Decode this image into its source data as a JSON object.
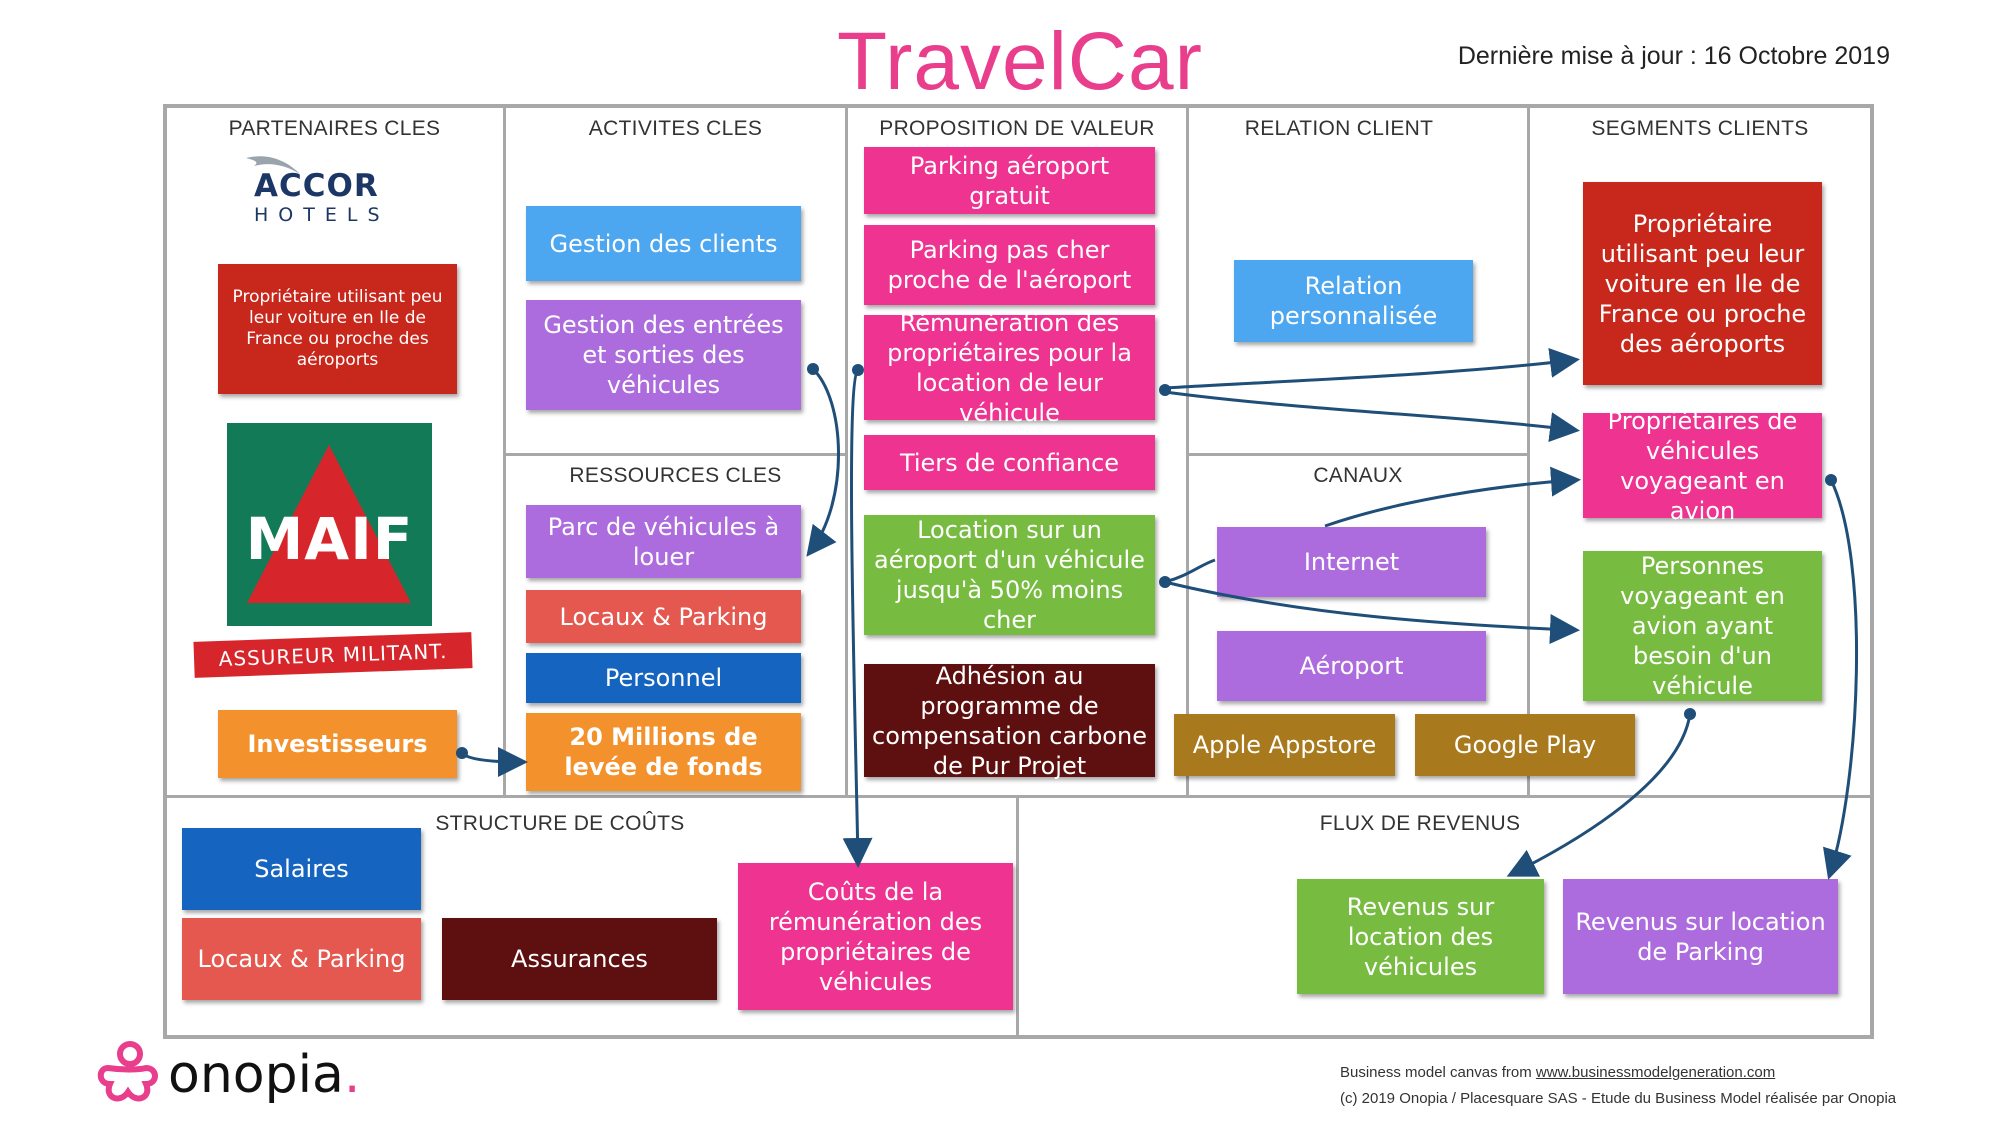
{
  "title": "TravelCar",
  "last_update": "Dernière mise à jour : 16 Octobre 2019",
  "sections": {
    "partenaires": "PARTENAIRES CLES",
    "activites": "ACTIVITES CLES",
    "proposition": "PROPOSITION DE VALEUR",
    "relation": "RELATION CLIENT",
    "segments": "SEGMENTS CLIENTS",
    "ressources": "RESSOURCES CLES",
    "canaux": "CANAUX",
    "couts": "STRUCTURE DE COÛTS",
    "revenus": "FLUX DE REVENUS"
  },
  "logos": {
    "accor_line1": "ACCOR",
    "accor_line2": "HOTELS",
    "maif": "MAIF",
    "maif_tagline": "ASSUREUR MILITANT.",
    "onopia": "onopia",
    "onopia_dot": "."
  },
  "partenaires": {
    "proprietaire": "Propriétaire utilisant peu leur voiture en Ile de France ou proche des aéroports",
    "investisseurs": "Investisseurs"
  },
  "activites": {
    "gestion_clients": "Gestion des clients",
    "gestion_entrees": "Gestion des entrées et sorties des véhicules"
  },
  "ressources": {
    "parc": "Parc de véhicules à louer",
    "locaux": "Locaux & Parking",
    "personnel": "Personnel",
    "levee": "20 Millions de levée de fonds"
  },
  "proposition": {
    "parking_gratuit": "Parking aéroport gratuit",
    "parking_pas_cher": "Parking pas cher proche de l'aéroport",
    "remuneration": "Rémunération des propriétaires pour la location de leur véhicule",
    "tiers": "Tiers de confiance",
    "location": "Location sur un aéroport d'un véhicule jusqu'à 50% moins cher",
    "adhesion": "Adhésion au programme de compensation carbone de Pur Projet"
  },
  "relation": {
    "perso": "Relation personnalisée"
  },
  "canaux": {
    "internet": "Internet",
    "aeroport": "Aéroport",
    "appstore": "Apple Appstore",
    "googleplay": "Google Play"
  },
  "segments": {
    "proprietaire": "Propriétaire utilisant peu leur voiture en Ile de France ou proche des aéroports",
    "proprietaires_avion": "Propriétaires de véhicules voyageant en avion",
    "personnes": "Personnes voyageant en avion ayant besoin d'un véhicule"
  },
  "couts": {
    "salaires": "Salaires",
    "locaux": "Locaux & Parking",
    "assurances": "Assurances",
    "remuneration": "Coûts de la rémunération des propriétaires de véhicules"
  },
  "revenus": {
    "location_vehicules": "Revenus sur location des véhicules",
    "location_parking": "Revenus sur location de Parking"
  },
  "footer": {
    "line1_prefix": "Business model canvas from ",
    "line1_link": "www.businessmodelgeneration.com",
    "line2": "(c) 2019 Onopia / Placesquare SAS - Etude du Business Model réalisée par Onopia"
  },
  "colors": {
    "title_pink": "#e83e8c",
    "arrow": "#1f4e79",
    "grid": "#a8a8a8"
  }
}
